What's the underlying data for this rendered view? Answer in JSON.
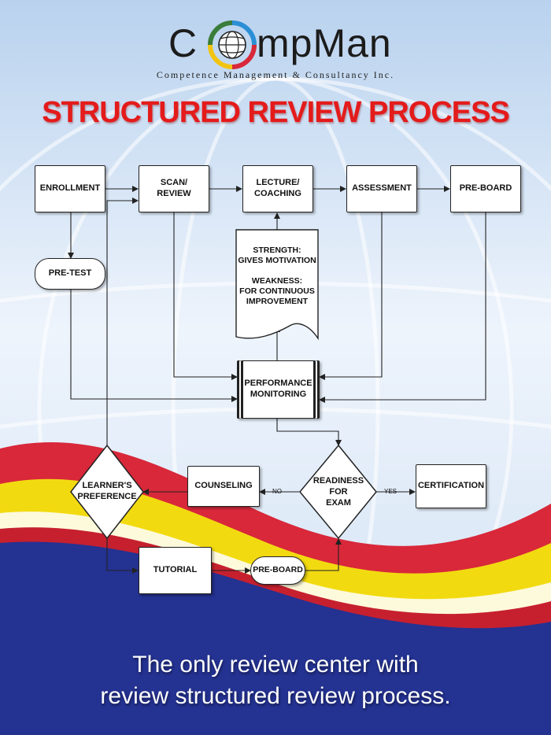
{
  "logo": {
    "text_left": "C",
    "text_right": "mpMan",
    "subtitle": "Competence  Management  &  Consultancy  Inc."
  },
  "title": "STRUCTURED REVIEW PROCESS",
  "nodes": {
    "enrollment": "ENROLLMENT",
    "scan_review": "SCAN/\nREVIEW",
    "lecture_coaching": "LECTURE/\nCOACHING",
    "assessment": "ASSESSMENT",
    "pre_board_top": "PRE-BOARD",
    "pre_test": "PRE-TEST",
    "feedback_note": "STRENGTH:\nGIVES MOTIVATION\n\nWEAKNESS:\nFOR CONTINUOUS\nIMPROVEMENT",
    "performance_monitoring": "PERFORMANCE\nMONITORING",
    "learners_preference": "LEARNER'S\nPREFERENCE",
    "counseling": "COUNSELING",
    "readiness_for_exam": "READINESS\nFOR\nEXAM",
    "certification": "CERTIFICATION",
    "tutorial": "TUTORIAL",
    "pre_board_bottom": "PRE-BOARD"
  },
  "edge_labels": {
    "no": "NO",
    "yes": "YES"
  },
  "tagline": {
    "line1": "The only review center with",
    "line2": "review structured review process."
  },
  "colors": {
    "title_red": "#e41b1b",
    "wave_red": "#d8283a",
    "wave_yellow": "#f2da10",
    "wave_blue": "#243292",
    "sky_light": "#eef4fc",
    "sky_blue": "#b9d2ee"
  }
}
